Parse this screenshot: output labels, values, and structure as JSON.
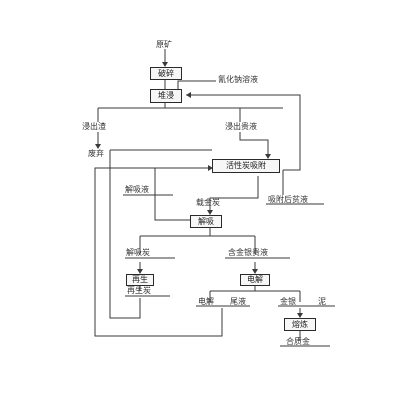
{
  "nodes": {
    "crushing": "破碎",
    "heap_leach": "堆浸",
    "carbon_adsorption": "活性炭吸附",
    "desorption": "解吸",
    "regeneration": "再生",
    "electrolysis": "电解",
    "smelting": "熔炼"
  },
  "labels": {
    "raw_ore": "原矿",
    "sodium_cyanide": "氰化钠溶液",
    "leach_residue": "浸出渣",
    "discard": "废弃",
    "pregnant_solution": "浸出贵液",
    "barren_solution": "吸附后贫液",
    "loaded_carbon": "载金炭",
    "desorption_solution": "解吸液",
    "desorbed_carbon": "解吸炭",
    "regenerated_carbon": "再生炭",
    "gold_silver_solution": "含金银贵液",
    "electrolysis_tail": "电解",
    "tail_liquid": "尾液",
    "gold_silver": "金银",
    "sludge": "泥",
    "bullion": "合质金"
  }
}
